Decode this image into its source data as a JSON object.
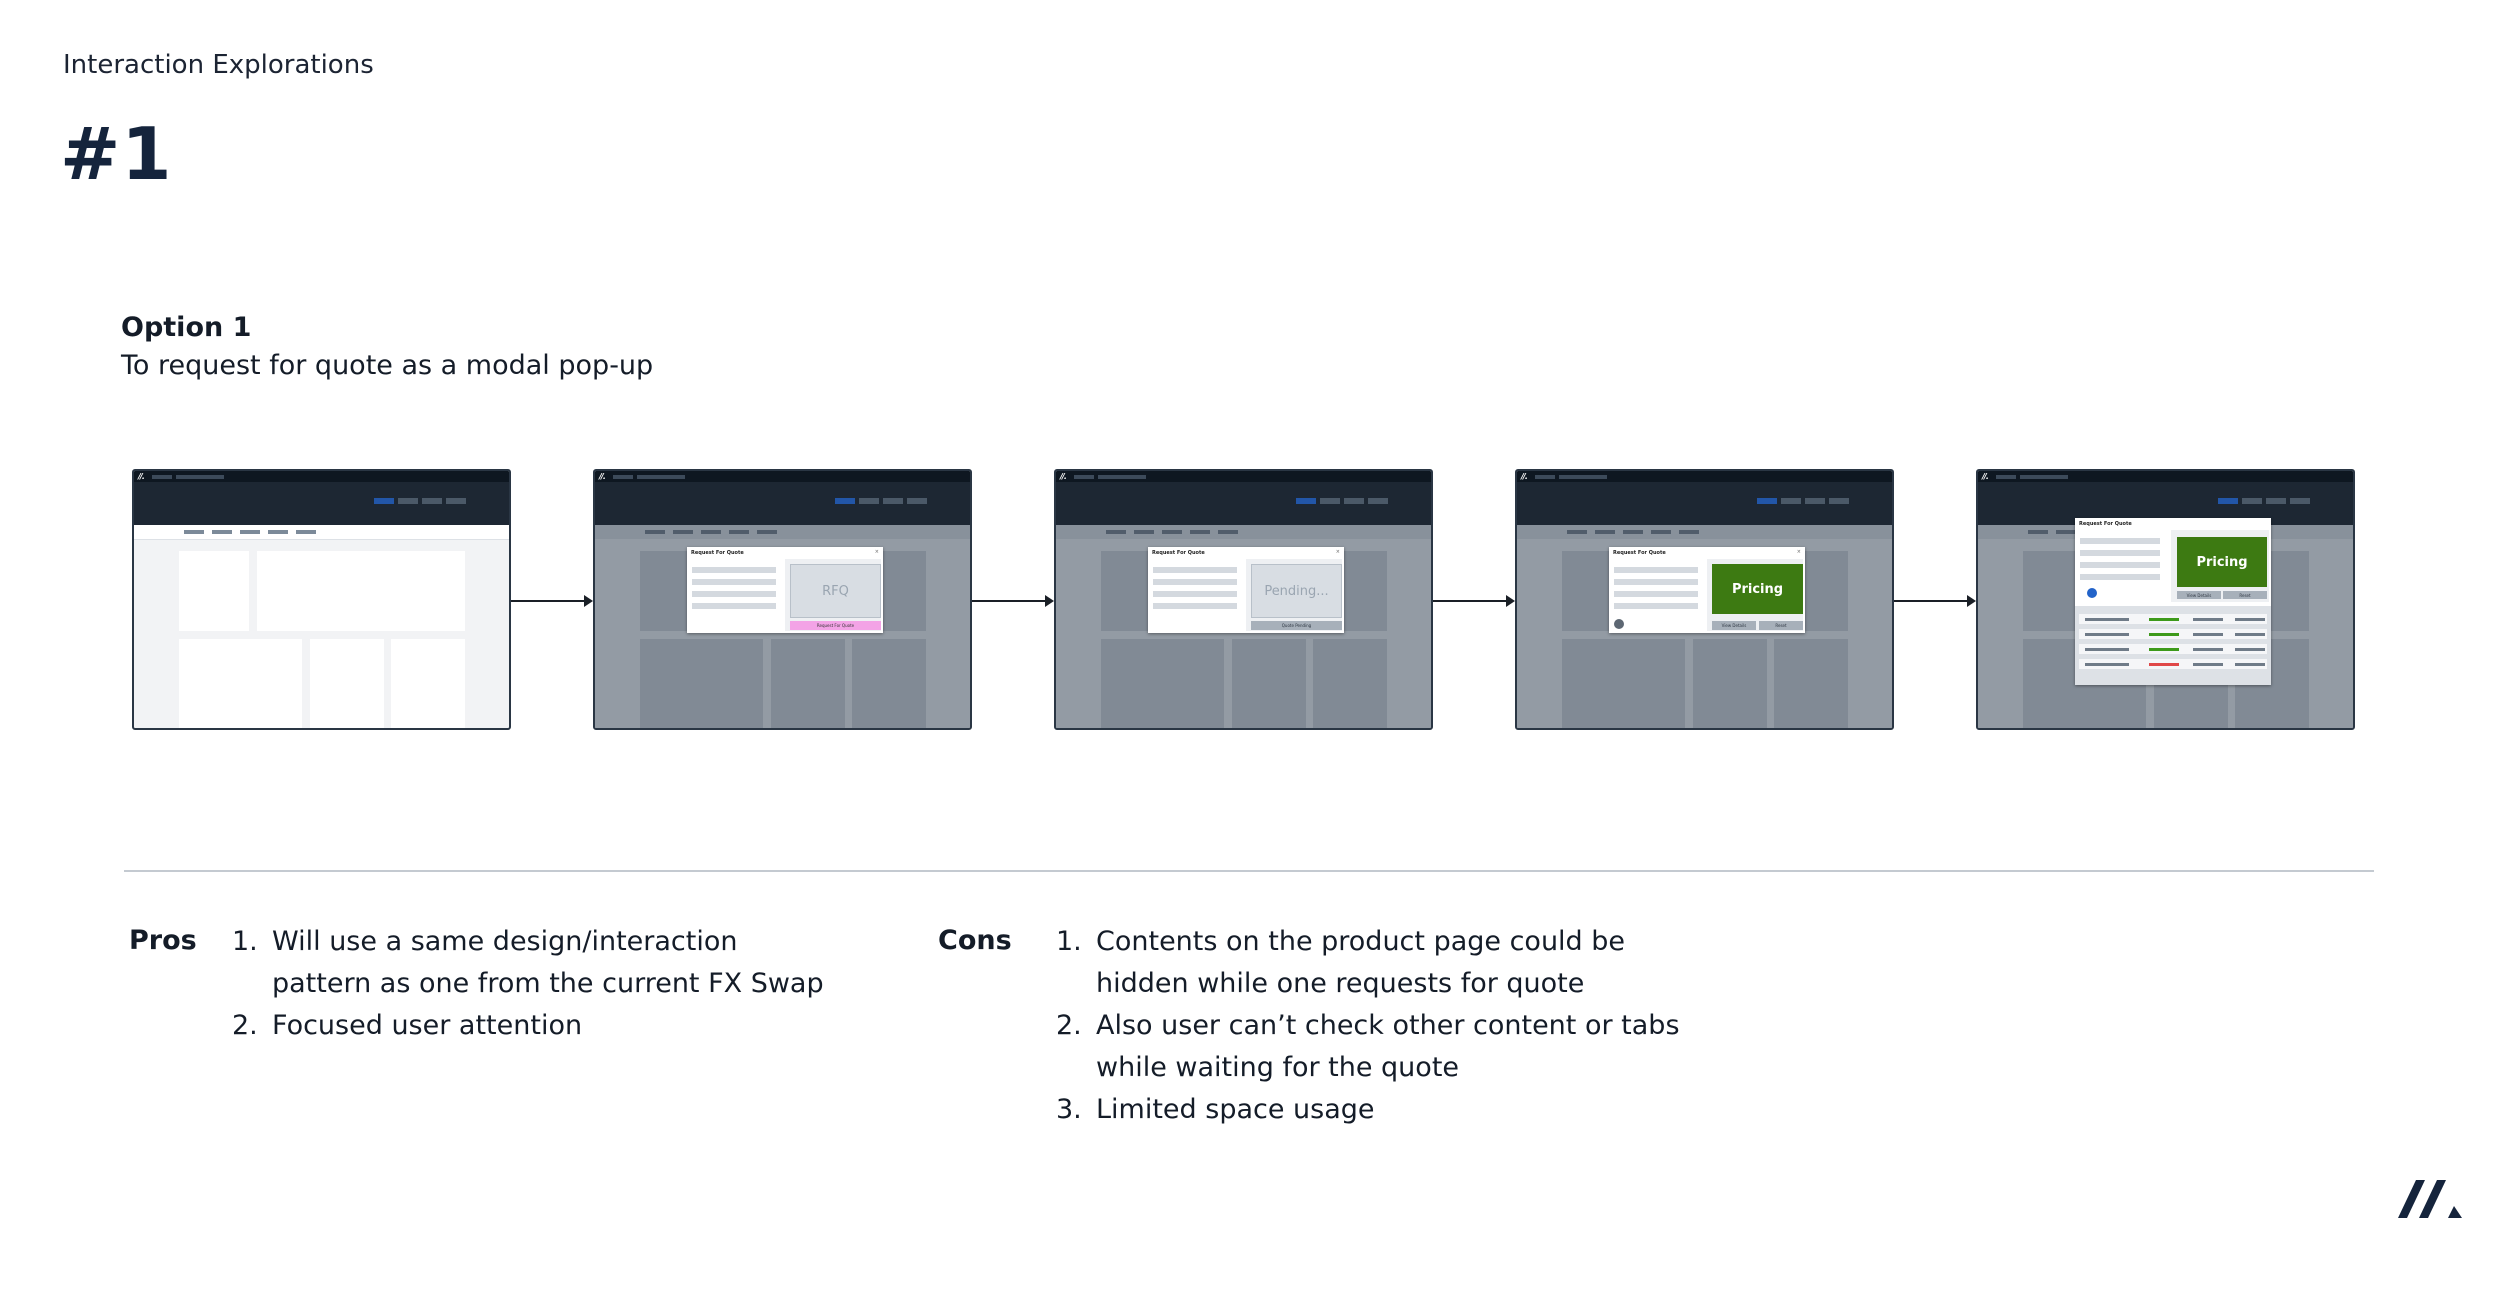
{
  "page": {
    "subtitle": "Interaction Explorations",
    "number": "#1"
  },
  "option": {
    "title": "Option 1",
    "description": "To request for quote as a modal pop-up"
  },
  "flow": {
    "modal_title": "Request For Quote",
    "modal_close": "×",
    "logo_small": "//.",
    "steps": [
      {
        "state": "product-page"
      },
      {
        "state": "rfq",
        "status_text": "RFQ",
        "buttons": [
          "Request For Quote"
        ]
      },
      {
        "state": "pending",
        "status_text": "Pending...",
        "buttons": [
          "Quote Pending"
        ]
      },
      {
        "state": "pricing",
        "status_text": "Pricing",
        "buttons": [
          "View Details",
          "Reset"
        ]
      },
      {
        "state": "pricing-expanded",
        "status_text": "Pricing",
        "buttons": [
          "View Details",
          "Reset"
        ]
      }
    ],
    "colors": {
      "pink_button": "#f3a3e6",
      "pricing_green": "#3d7a12",
      "accent_blue": "#2256a8"
    }
  },
  "pros": {
    "label": "Pros",
    "items": [
      "Will use a same design/interaction pattern as one from the current FX Swap",
      "Focused user attention"
    ],
    "lines": [
      [
        "Will use a same design/interaction",
        "pattern as one from the current FX Swap"
      ],
      [
        "Focused user attention"
      ]
    ]
  },
  "cons": {
    "label": "Cons",
    "lines": [
      [
        "Contents on the product page could be",
        "hidden while one requests for quote"
      ],
      [
        "Also user can’t check other content or tabs",
        "while waiting for the quote"
      ],
      [
        "Limited space usage"
      ]
    ]
  },
  "brand": {
    "icon": "brand-logo-icon"
  }
}
